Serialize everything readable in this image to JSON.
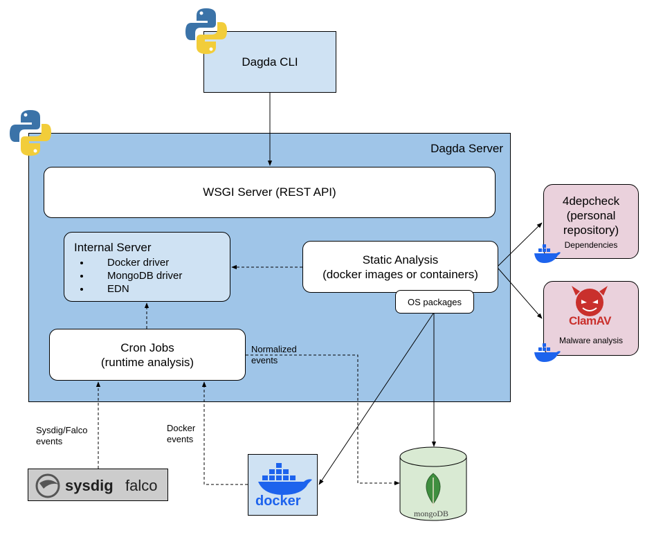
{
  "cli": {
    "label": "Dagda CLI"
  },
  "server": {
    "title": "Dagda Server",
    "wsgi": "WSGI Server (REST API)",
    "internal": {
      "title": "Internal Server",
      "items": [
        "Docker driver",
        "MongoDB driver",
        "EDN"
      ]
    },
    "static_analysis": {
      "line1": "Static Analysis",
      "line2": "(docker images or containers)",
      "os_packages": "OS packages"
    },
    "cron": {
      "line1": "Cron Jobs",
      "line2": "(runtime analysis)",
      "edge_label_line1": "Normalized",
      "edge_label_line2": "events"
    }
  },
  "depcheck": {
    "line1": "4depcheck",
    "line2": "(personal",
    "line3": "repository)",
    "caption": "Dependencies"
  },
  "clamav": {
    "logo_text": "ClamAV",
    "caption": "Malware analysis"
  },
  "docker": {
    "logo_text": "docker"
  },
  "sysdig": {
    "logo_text_1": "sysdig",
    "logo_text_2": "falco"
  },
  "mongodb": {
    "logo_text": "mongoDB"
  },
  "edges": {
    "sysdig_label_line1": "Sysdig/Falco",
    "sysdig_label_line2": "events",
    "docker_label_line1": "Docker",
    "docker_label_line2": "events"
  },
  "colors": {
    "light_blue": "#cfe2f3",
    "server_blue": "#9fc5e8",
    "pink": "#ead1dc",
    "grey": "#cccccc",
    "mongo_green": "#d9ead3",
    "docker_blue": "#1d63ed"
  },
  "icons": [
    "python-logo-icon",
    "docker-whale-icon",
    "clamav-devil-icon",
    "mongodb-leaf-icon",
    "falco-bird-icon"
  ]
}
